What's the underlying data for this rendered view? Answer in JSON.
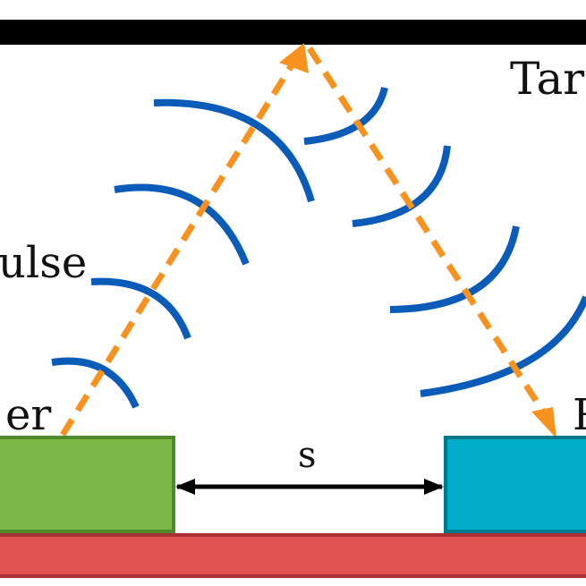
{
  "labels": {
    "target": "Tar",
    "pulse": "ulse",
    "transmitter": "er",
    "receiver": "R",
    "separation": "s"
  },
  "colors": {
    "target_bar": "#000000",
    "transmitter": "#7ab648",
    "receiver": "#00aec9",
    "ground": "#e05252",
    "wave": "#0a5cb8",
    "ray": "#f7921e"
  }
}
